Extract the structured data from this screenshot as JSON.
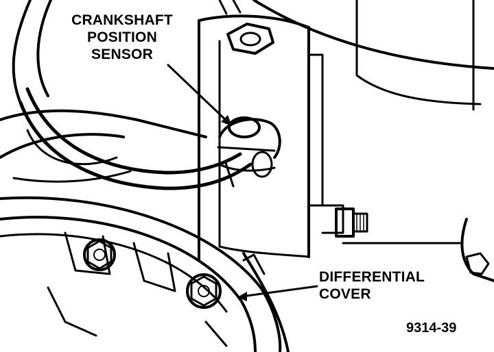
{
  "labels": {
    "crankshaft_sensor": {
      "line1": "CRANKSHAFT",
      "line2": "POSITION",
      "line3": "SENSOR"
    },
    "differential_cover": {
      "line1": "DIFFERENTIAL",
      "line2": "COVER"
    }
  },
  "figure_number": "9314-39",
  "colors": {
    "ink": "#000000",
    "paper": "#ffffff"
  }
}
